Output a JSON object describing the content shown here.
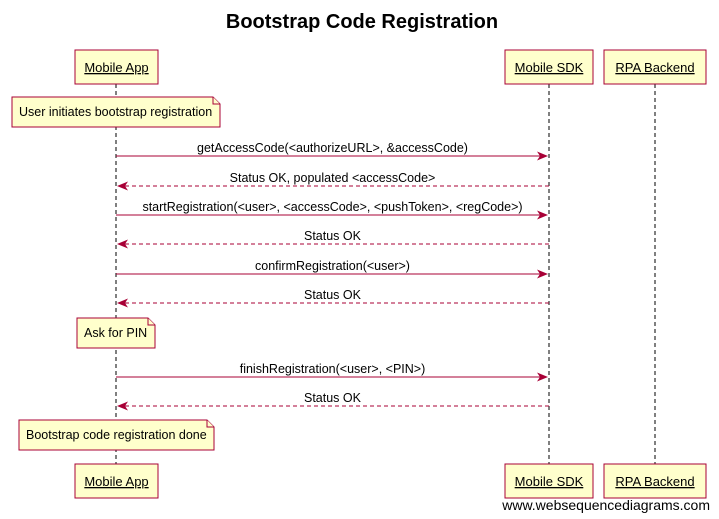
{
  "title": "Bootstrap Code Registration",
  "participants": [
    {
      "id": "app",
      "name": "Mobile App"
    },
    {
      "id": "sdk",
      "name": "Mobile SDK"
    },
    {
      "id": "rpa",
      "name": "RPA Backend"
    }
  ],
  "events": [
    {
      "kind": "note",
      "over": "app",
      "text": "User initiates bootstrap registration"
    },
    {
      "kind": "message",
      "from": "app",
      "to": "sdk",
      "style": "solid",
      "text": "getAccessCode(<authorizeURL>, &accessCode)"
    },
    {
      "kind": "message",
      "from": "sdk",
      "to": "app",
      "style": "dashed",
      "text": "Status OK, populated <accessCode>"
    },
    {
      "kind": "message",
      "from": "app",
      "to": "sdk",
      "style": "solid",
      "text": "startRegistration(<user>, <accessCode>, <pushToken>, <regCode>)"
    },
    {
      "kind": "message",
      "from": "sdk",
      "to": "app",
      "style": "dashed",
      "text": "Status OK"
    },
    {
      "kind": "message",
      "from": "app",
      "to": "sdk",
      "style": "solid",
      "text": "confirmRegistration(<user>)"
    },
    {
      "kind": "message",
      "from": "sdk",
      "to": "app",
      "style": "dashed",
      "text": "Status OK"
    },
    {
      "kind": "note",
      "over": "app",
      "text": "Ask for PIN"
    },
    {
      "kind": "message",
      "from": "app",
      "to": "sdk",
      "style": "solid",
      "text": "finishRegistration(<user>, <PIN>)"
    },
    {
      "kind": "message",
      "from": "sdk",
      "to": "app",
      "style": "dashed",
      "text": "Status OK"
    },
    {
      "kind": "note",
      "over": "app",
      "text": "Bootstrap code registration done"
    }
  ],
  "credit": "www.websequencediagrams.com",
  "colors": {
    "accent": "#a80036",
    "box_fill": "#ffffcc"
  }
}
